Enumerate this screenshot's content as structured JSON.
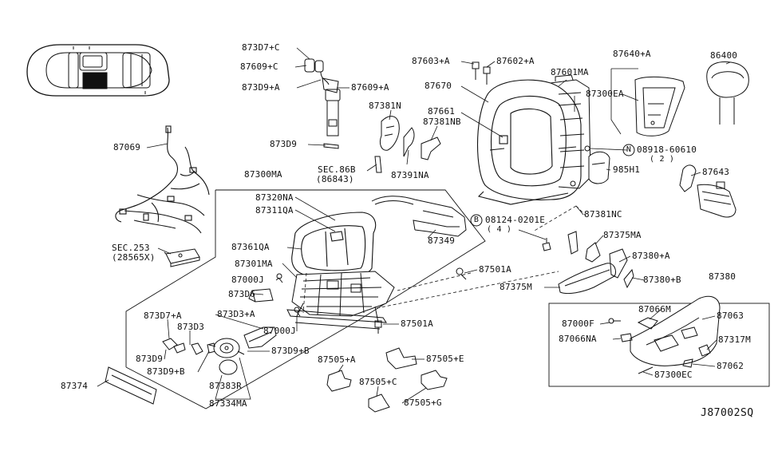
{
  "diagram": {
    "code": "J87002SQ",
    "labels": {
      "p873D7C": "873D7+C",
      "p87609C": "87609+C",
      "p873D9A": "873D9+A",
      "p87609A": "87609+A",
      "p873D9": "873D9",
      "p87603A": "87603+A",
      "p87602A": "87602+A",
      "p87670": "87670",
      "p87601MA": "87601MA",
      "p87640A": "87640+A",
      "p86400": "86400",
      "p87381N": "87381N",
      "p87661": "87661",
      "p87381NB": "87381NB",
      "p87300EA": "87300EA",
      "p87069": "87069",
      "p08918": "08918-60610",
      "p08918q": "( 2 )",
      "p985H1": "985H1",
      "sec86b": "SEC.86B",
      "sec86bsub": "(86843)",
      "p87391NA": "87391NA",
      "p87643": "87643",
      "p87300MA": "87300MA",
      "p87320NA": "87320NA",
      "p87311QA": "87311QA",
      "p87381NC": "87381NC",
      "p08124": "08124-0201E",
      "p08124q": "( 4 )",
      "sec253": "SEC.253",
      "sec253sub": "(28565X)",
      "p87349": "87349",
      "p87361QA": "87361QA",
      "p87375MA": "87375MA",
      "p87301MA": "87301MA",
      "p87380A": "87380+A",
      "p87501A_1": "87501A",
      "p87000J_1": "87000J",
      "p873D6": "873D6",
      "p87380B": "87380+B",
      "p87375M": "87375M",
      "p87380": "87380",
      "p873D7A": "873D7+A",
      "p873D3A": "873D3+A",
      "p873D3": "873D3",
      "p87066M": "87066M",
      "p87063": "87063",
      "p87000J_2": "87000J",
      "p87501A_2": "87501A",
      "p87000F": "87000F",
      "p87066NA": "87066NA",
      "p87317M": "87317M",
      "p873D9_2": "873D9",
      "p873D9B1": "873D9+B",
      "p873D9B2": "873D9+B",
      "p87505A": "87505+A",
      "p87505E": "87505+E",
      "p87062": "87062",
      "p87300EC": "87300EC",
      "p87383R": "87383R",
      "p87505C": "87505+C",
      "p87374": "87374",
      "p87334MA": "87334MA",
      "p87505G": "87505+G",
      "circB": "B",
      "circN": "N"
    }
  }
}
